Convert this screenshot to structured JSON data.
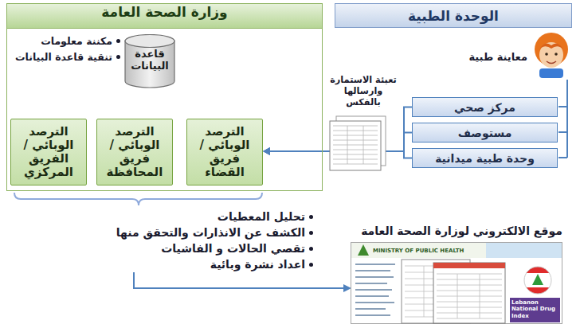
{
  "diagram": {
    "nodes": [
      {
        "text": [
          "وزارة الصحة العامة"
        ]
      },
      {
        "text": [
          "قاعدة البيانات"
        ],
        "in": 0
      },
      {
        "text": [
          "الترصد الوبائي / الفريق المركزي"
        ],
        "in": 0
      },
      {
        "text": [
          "الترصد الوبائي / فريق المحافظة"
        ],
        "in": 0
      },
      {
        "text": [
          "الترصد الوبائي / فريق القضاء"
        ],
        "in": 0
      },
      {
        "text": [
          "الوحدة الطبية"
        ]
      },
      {
        "text": [
          "مركز صحي"
        ]
      },
      {
        "text": [
          "مستوصف"
        ]
      },
      {
        "text": [
          "وحدة طبية ميدانية"
        ]
      },
      {
        "text": [
          "موقع الالكتروني لوزارة الصحة العامة",
          "MINISTRY OF PUBLIC HEALTH",
          "Lebanon National Drug Index"
        ]
      }
    ],
    "edges": [
      {
        "from": 6,
        "to": 4,
        "arrow": "to"
      },
      {
        "from": 7,
        "to": 4,
        "arrow": "to"
      },
      {
        "from": 8,
        "to": 4,
        "arrow": "to"
      }
    ],
    "labels": [
      "مكننة معلومات",
      "تنقية قاعدة البيانات",
      "معاينة طبية",
      "تعبئة الاستمارة وارسالها بالفكس",
      "تحليل المعطيات",
      "الكشف عن الانذارات والتحقق منها",
      "تقصي الحالات و الفاشيات",
      "اعداد نشرة وبائية"
    ]
  }
}
